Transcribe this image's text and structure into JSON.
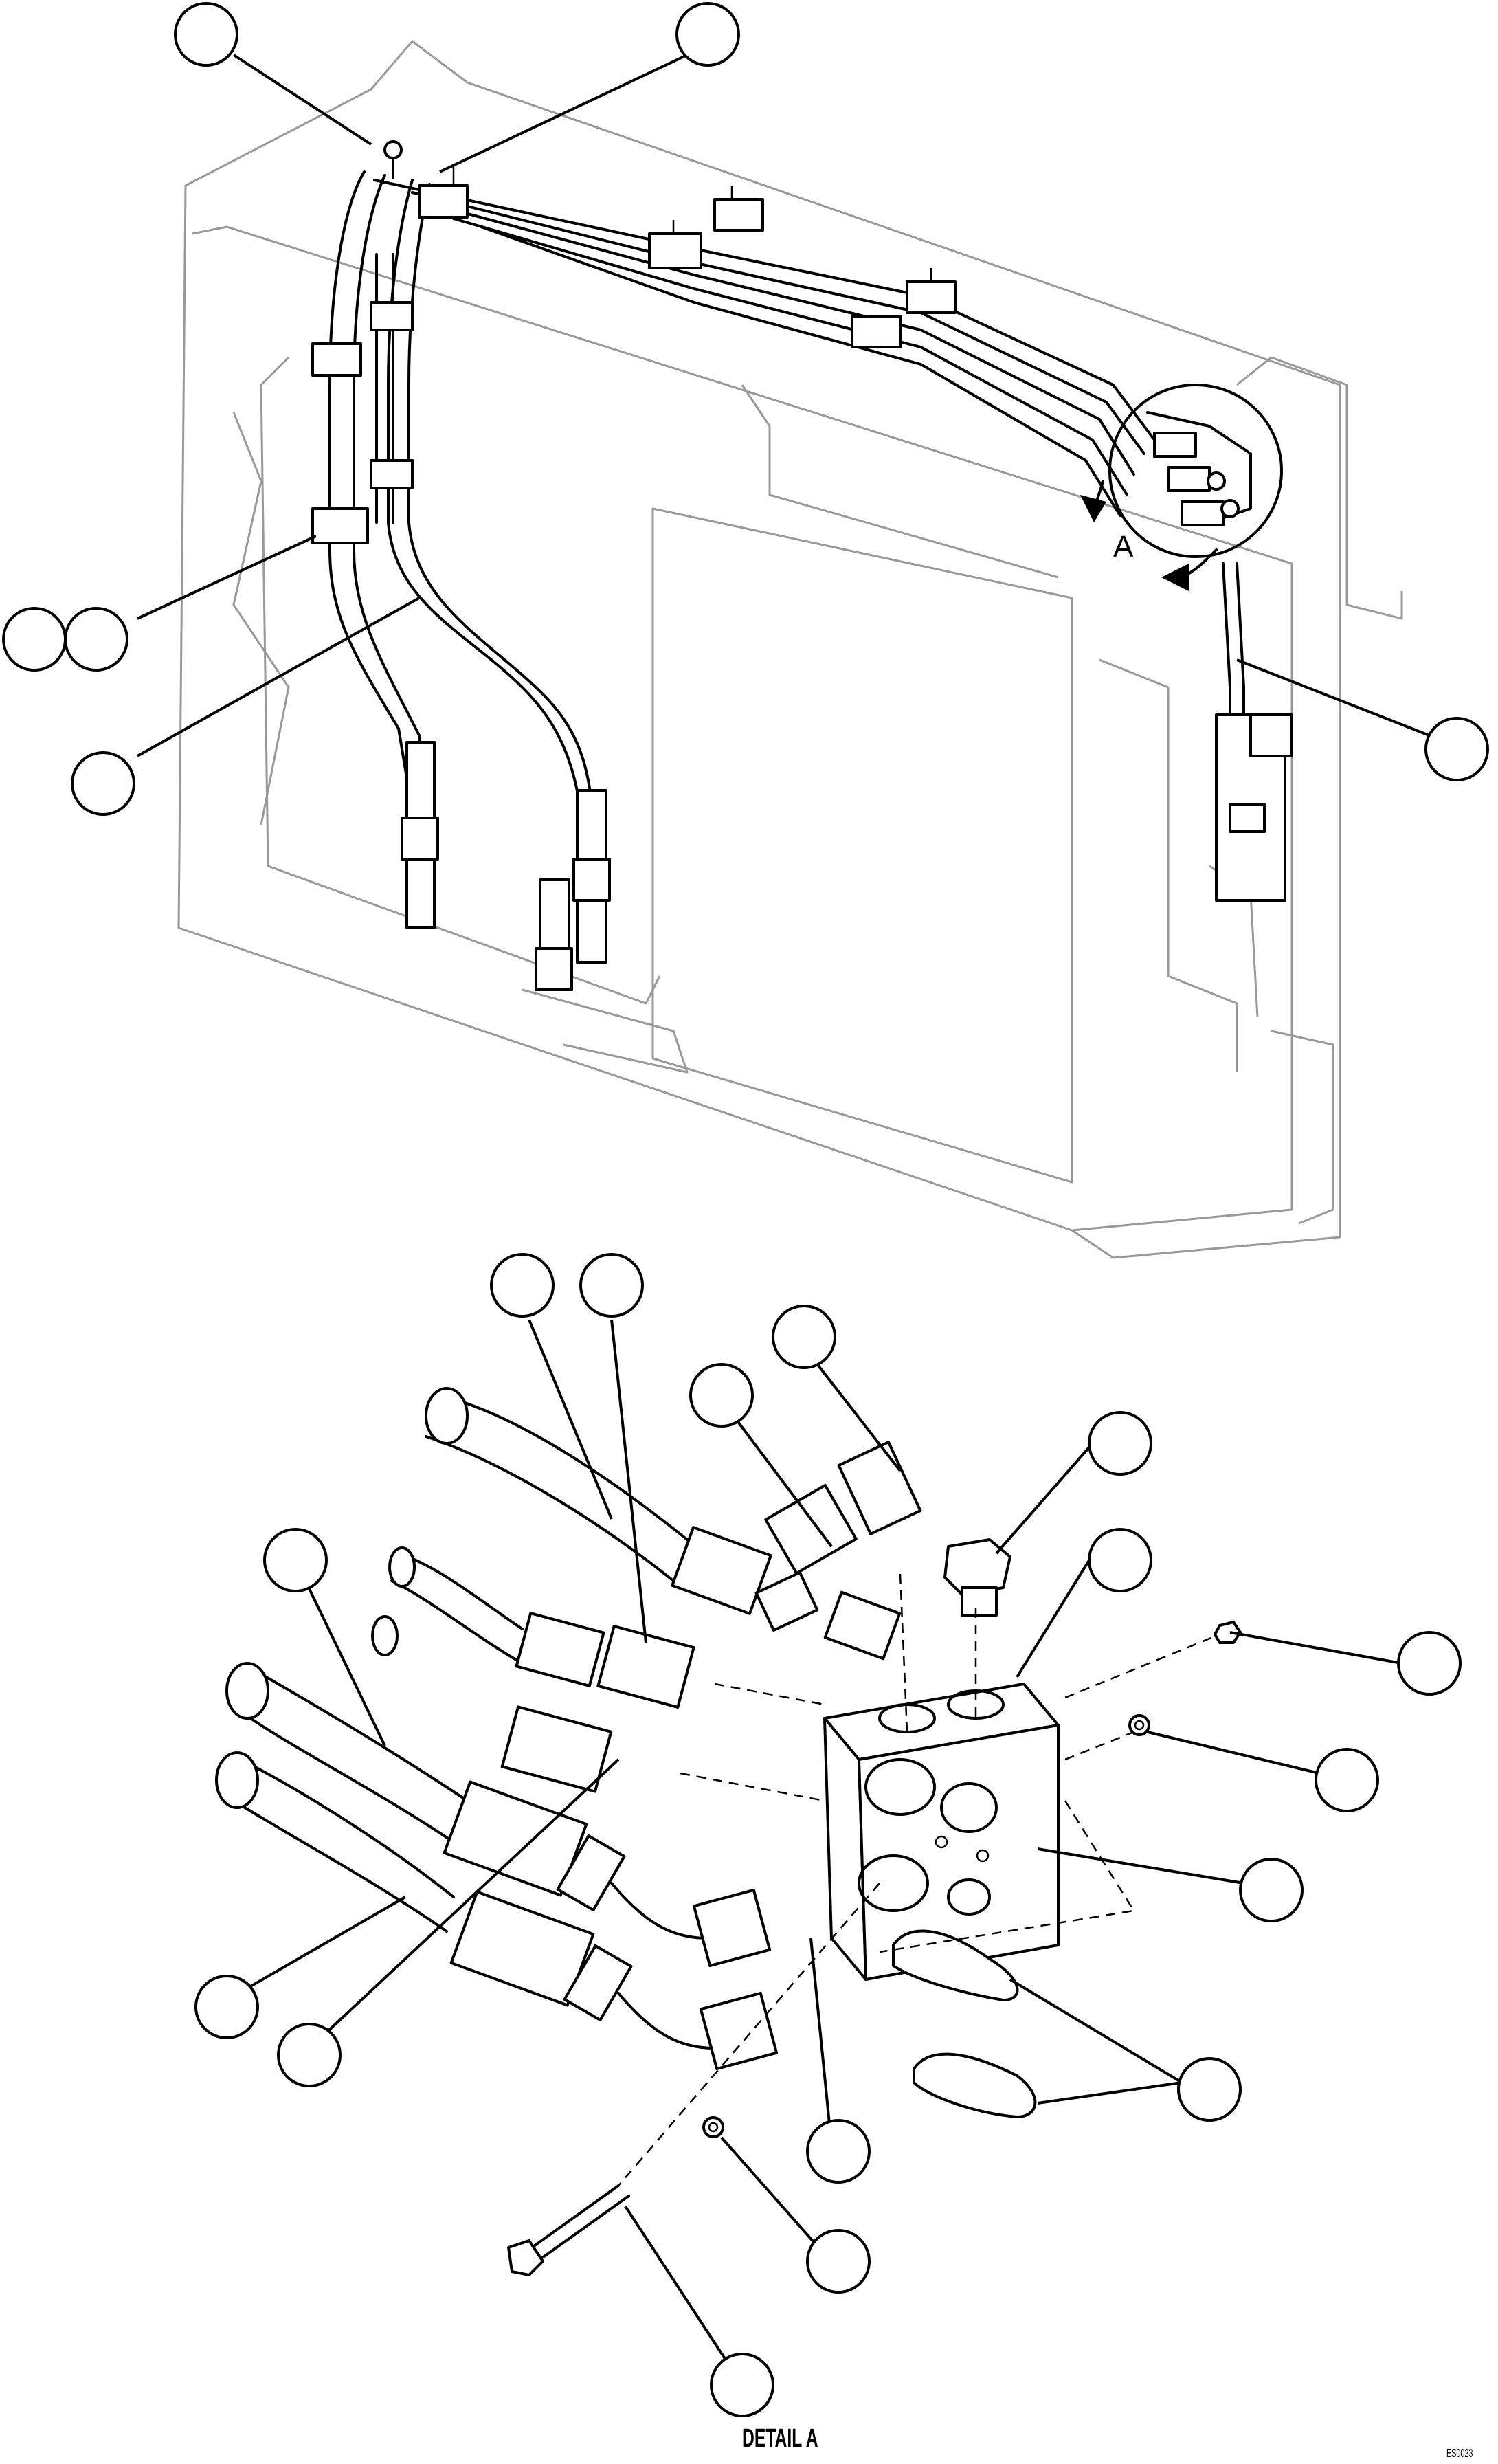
{
  "figure": {
    "view_label": "A",
    "detail_caption": "DETAIL A",
    "figure_code": "ES0023"
  },
  "colors": {
    "outline": "#000000",
    "ghost_outline": "#999999",
    "background": "#ffffff"
  },
  "callout_balloons": {
    "count": 22,
    "numbers_printed": false
  }
}
